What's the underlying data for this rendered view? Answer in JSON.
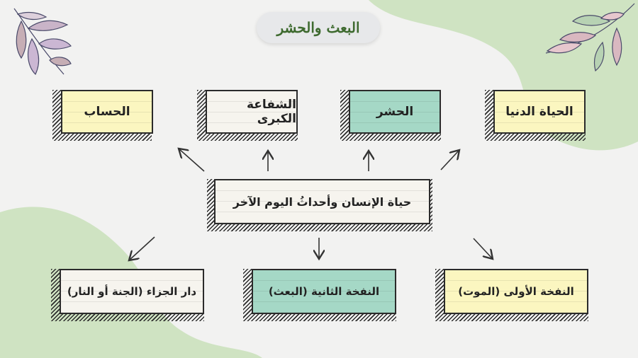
{
  "title": "البعث والحشر",
  "center": "حياة الإنسان وأحداثُ اليوم الآخر",
  "top_row": [
    "الحساب",
    "الشفاعة الكبرى",
    "الحشر",
    "الحياة الدنيا"
  ],
  "bottom_row": [
    "دار الجزاء (الجنة أو النار)",
    "النفخة الثانية (البعث)",
    "النفخة الأولى (الموت)"
  ],
  "colors": {
    "background": "#f2f2f1",
    "blob_green": "#cfe3c2",
    "card_yellow": "#fbf6c0",
    "card_teal": "#a5d8c6",
    "card_cream": "#f6f4ee",
    "title_text": "#3e6a2f",
    "border": "#2b2b2b"
  }
}
